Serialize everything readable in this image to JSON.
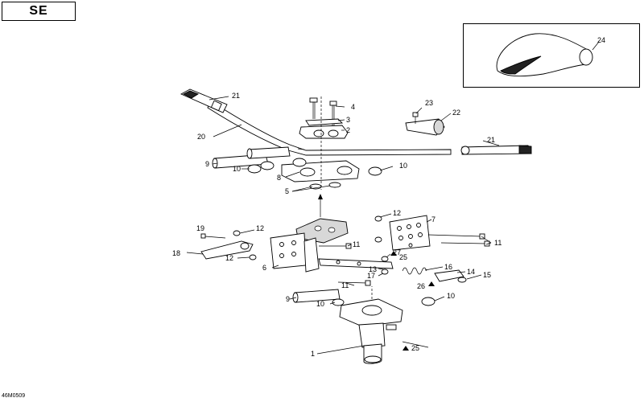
{
  "header": {
    "model_badge": "SE"
  },
  "footer": {
    "drawing_code": "46M0509"
  },
  "callouts": {
    "c1": "1",
    "c2": "2",
    "c3": "3",
    "c4": "4",
    "c5": "5",
    "c6": "6",
    "c7": "7",
    "c8": "8",
    "c9a": "9",
    "c9b": "9",
    "c10a": "10",
    "c10b": "10",
    "c10c": "10",
    "c10d": "10",
    "c11a": "11",
    "c11b": "11",
    "c11c": "11",
    "c12a": "12",
    "c12b": "12",
    "c12c": "12",
    "c13": "13",
    "c14": "14",
    "c15": "15",
    "c16": "16",
    "c17": "17",
    "c18": "18",
    "c19": "19",
    "c20": "20",
    "c21a": "21",
    "c21b": "21",
    "c22": "22",
    "c23": "23",
    "c24": "24",
    "c25a": "25",
    "c25b": "25",
    "c26": "26",
    "c27": "27"
  },
  "colors": {
    "line": "#000000",
    "fill": "#ffffff",
    "shade": "#d8d8d8"
  }
}
